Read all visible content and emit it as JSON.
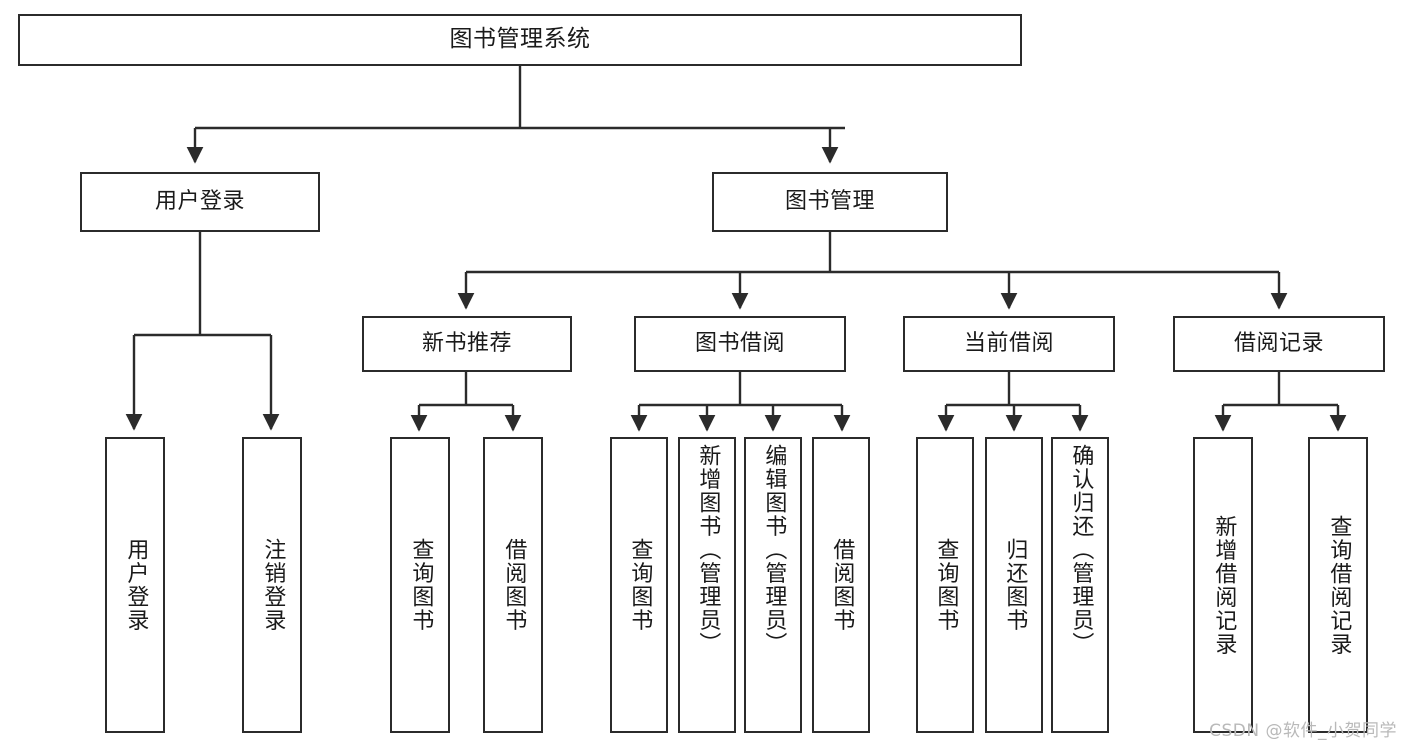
{
  "diagram": {
    "title": "图书管理系统",
    "type": "功能结构图",
    "theme": {
      "background": "#ffffff",
      "border": "#2b2b2b",
      "text": "#1a1a1a",
      "watermark": "#b9b9b9"
    }
  },
  "root": {
    "label": "图书管理系统"
  },
  "level2": [
    {
      "label": "用户登录"
    },
    {
      "label": "图书管理"
    }
  ],
  "level3": [
    {
      "label": "新书推荐"
    },
    {
      "label": "图书借阅"
    },
    {
      "label": "当前借阅"
    },
    {
      "label": "借阅记录"
    }
  ],
  "leaves": {
    "user_login": [
      {
        "label": "用户登录"
      },
      {
        "label": "注销登录"
      }
    ],
    "new_book": [
      {
        "label": "查询图书"
      },
      {
        "label": "借阅图书"
      }
    ],
    "book_borrow": [
      {
        "label": "查询图书"
      },
      {
        "label": "新增图书（管理员）"
      },
      {
        "label": "编辑图书（管理员）"
      },
      {
        "label": "借阅图书"
      }
    ],
    "current_borrow": [
      {
        "label": "查询图书"
      },
      {
        "label": "归还图书"
      },
      {
        "label": "确认归还（管理员）"
      }
    ],
    "borrow_record": [
      {
        "label": "新增借阅记录"
      },
      {
        "label": "查询借阅记录"
      }
    ]
  },
  "watermark": {
    "text": "CSDN @软件_小贺同学"
  }
}
